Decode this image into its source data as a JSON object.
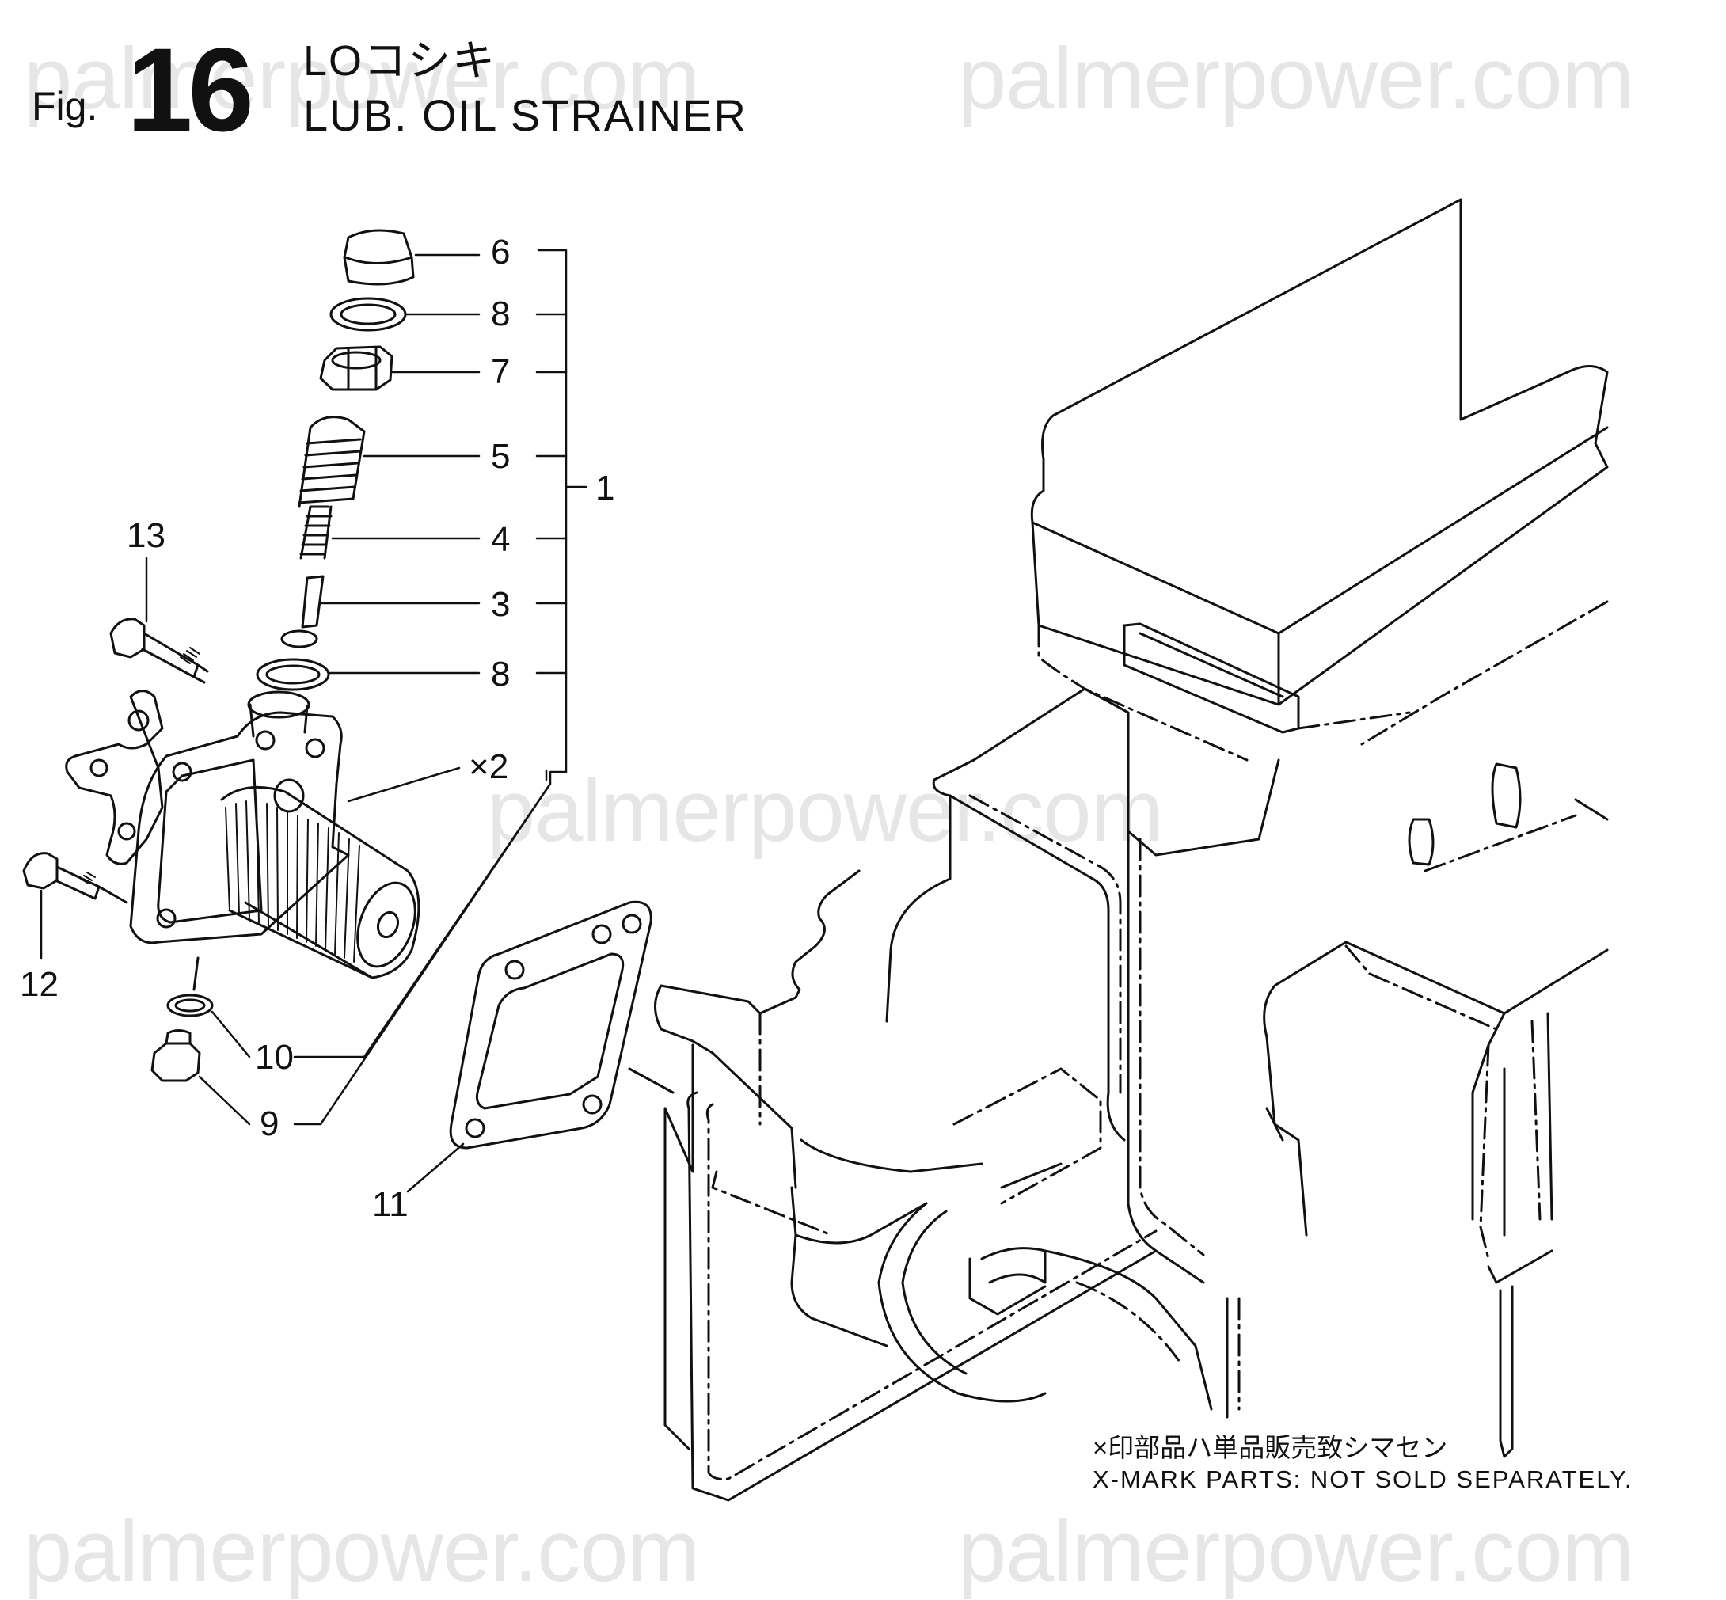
{
  "header": {
    "fig_label": "Fig.",
    "fig_number": "16",
    "title_jp": "LOコシキ",
    "title_en": "LUB. OIL STRAINER"
  },
  "watermark": {
    "text": "palmerpower.com"
  },
  "callouts": {
    "c1": "1",
    "c2": "×2",
    "c3": "3",
    "c4": "4",
    "c5": "5",
    "c6": "6",
    "c7": "7",
    "c8a": "8",
    "c8b": "8",
    "c9": "9",
    "c10": "10",
    "c11": "11",
    "c12": "12",
    "c13": "13"
  },
  "note": {
    "jp": "×印部品ハ単品販売致シマセン",
    "en": "X-MARK PARTS: NOT SOLD SEPARATELY."
  },
  "colors": {
    "line": "#111111",
    "watermark": "#e6e6e6"
  }
}
